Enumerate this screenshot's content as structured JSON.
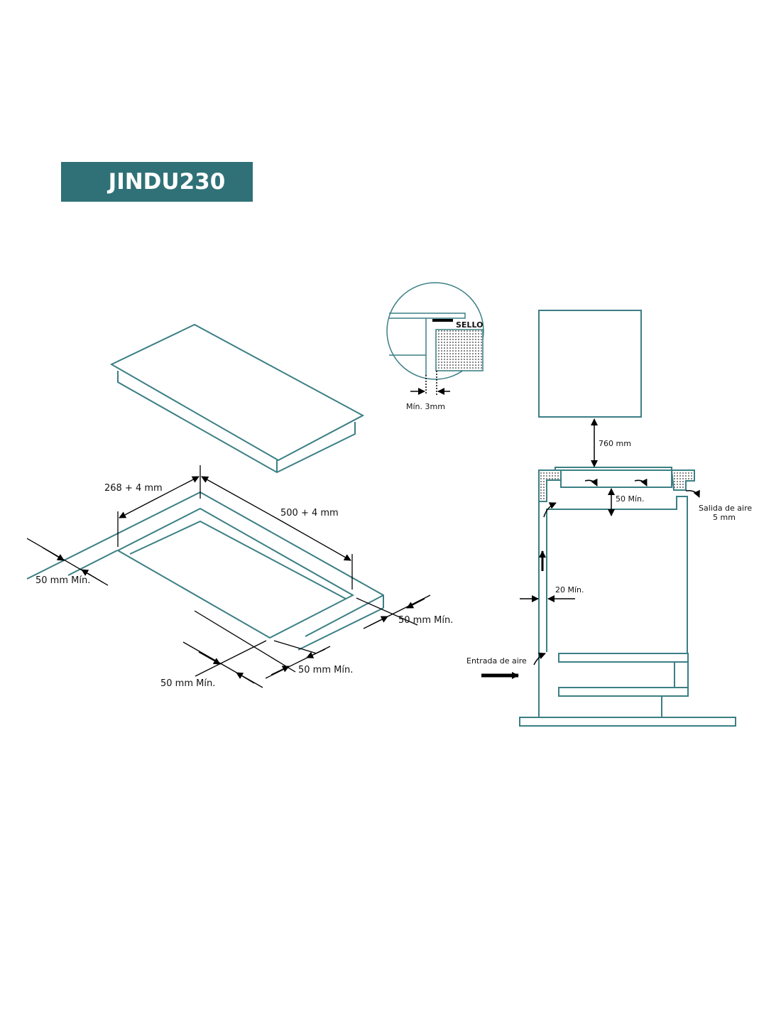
{
  "title": "JINDU230",
  "colors": {
    "accent": "#2f7177",
    "line": "#3b7f84"
  },
  "cutout_labels": {
    "width": "268 + 4 mm",
    "length": "500 + 4 mm",
    "left_margin": "50 mm Mín.",
    "right_margin": "50 mm Mín.",
    "bottom_margin_right": "50 mm Mín.",
    "bottom_margin_left": "50 mm Mín."
  },
  "detail": {
    "seal": "SELLO",
    "gap": "Mín. 3mm"
  },
  "section": {
    "top_clearance": "760 mm",
    "under_clearance": "50 Mín.",
    "air_out": "Salida de aire",
    "air_out_size": "5 mm",
    "side_gap": "20 Mín.",
    "air_in": "Entrada de aire"
  }
}
